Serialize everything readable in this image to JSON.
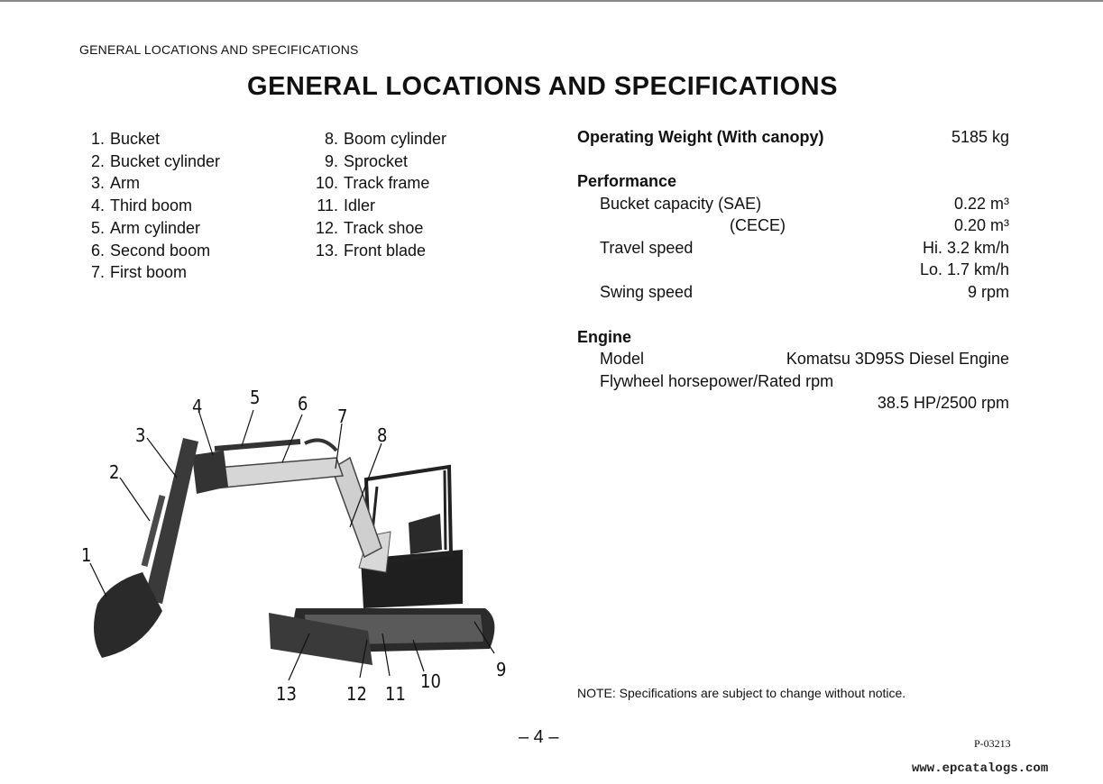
{
  "header": {
    "running_title": "GENERAL LOCATIONS AND SPECIFICATIONS",
    "title": "GENERAL LOCATIONS AND SPECIFICATIONS"
  },
  "parts": {
    "col1": [
      {
        "num": "1.",
        "label": "Bucket"
      },
      {
        "num": "2.",
        "label": "Bucket cylinder"
      },
      {
        "num": "3.",
        "label": "Arm"
      },
      {
        "num": "4.",
        "label": "Third boom"
      },
      {
        "num": "5.",
        "label": "Arm cylinder"
      },
      {
        "num": "6.",
        "label": "Second boom"
      },
      {
        "num": "7.",
        "label": "First boom"
      }
    ],
    "col2": [
      {
        "num": "8.",
        "label": "Boom cylinder"
      },
      {
        "num": "9.",
        "label": "Sprocket"
      },
      {
        "num": "10.",
        "label": "Track frame"
      },
      {
        "num": "11.",
        "label": "Idler"
      },
      {
        "num": "12.",
        "label": "Track shoe"
      },
      {
        "num": "13.",
        "label": "Front blade"
      }
    ]
  },
  "specs": {
    "operating_weight_label": "Operating Weight (With canopy)",
    "operating_weight_value": "5185 kg",
    "performance_heading": "Performance",
    "bucket_capacity_label": "Bucket capacity (SAE)",
    "bucket_capacity_sae": "0.22 m³",
    "cece_label": "(CECE)",
    "bucket_capacity_cece": "0.20 m³",
    "travel_speed_label": "Travel speed",
    "travel_speed_hi": "Hi. 3.2 km/h",
    "travel_speed_lo": "Lo. 1.7 km/h",
    "swing_speed_label": "Swing speed",
    "swing_speed_value": "9 rpm",
    "engine_heading": "Engine",
    "model_label": "Model",
    "model_value": "Komatsu 3D95S Diesel Engine",
    "flywheel_label": "Flywheel horsepower/Rated rpm",
    "flywheel_value": "38.5 HP/2500 rpm"
  },
  "figure": {
    "callouts": [
      "1",
      "2",
      "3",
      "4",
      "5",
      "6",
      "7",
      "8",
      "9",
      "10",
      "11",
      "12",
      "13"
    ]
  },
  "footer": {
    "note": "NOTE:  Specifications are subject to change without notice.",
    "page_number": "– 4 –",
    "code": "P-03213",
    "watermark": "www.epcatalogs.com"
  }
}
